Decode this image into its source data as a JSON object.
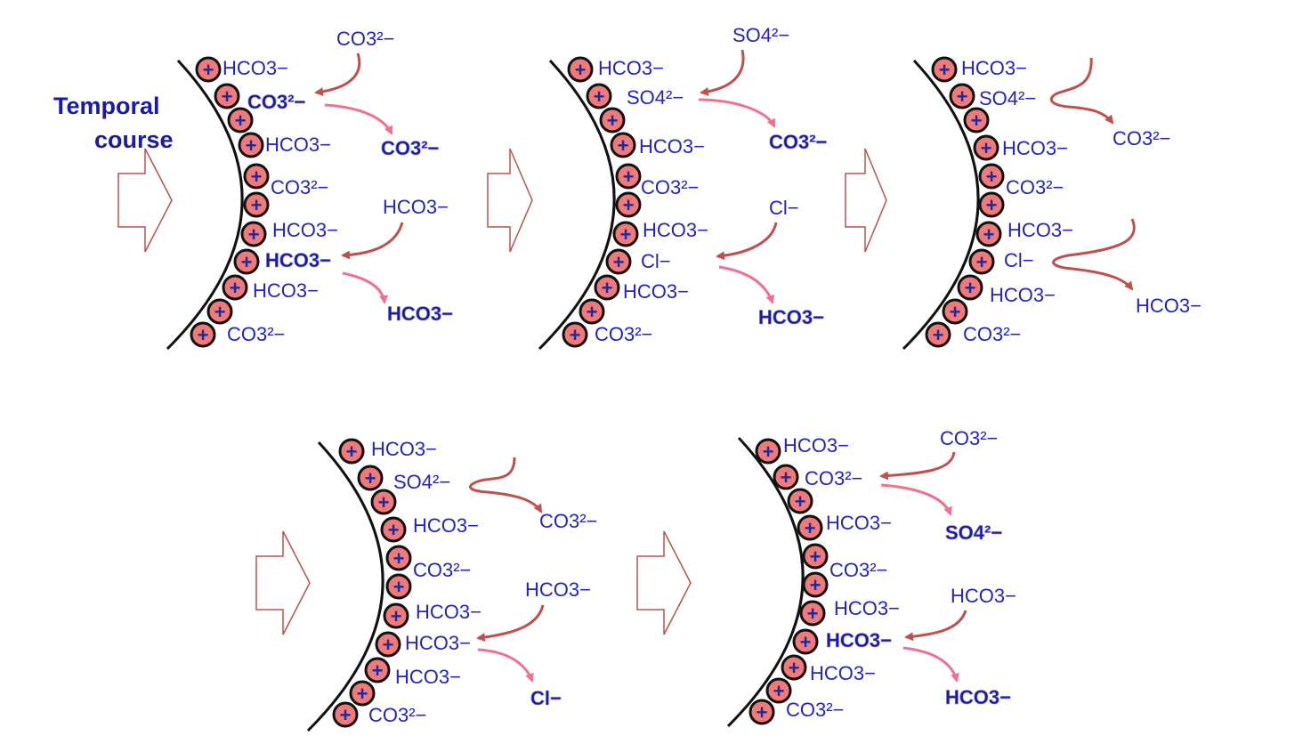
{
  "title": {
    "line1": "Temporal",
    "line2": "course"
  },
  "colors": {
    "ion_text": "#2323c8",
    "ion_bold": "#1c1ca0",
    "bead_fill": "#f07a7a",
    "arrow_in": "#c0504d",
    "arrow_out": "#f07090",
    "block_arrow": "#c0504d"
  },
  "panels": [
    {
      "surface_ions": [
        "HCO3−",
        "CO3²−",
        "HCO3−",
        "CO3²−",
        "HCO3−",
        "HCO3−",
        "HCO3−",
        "CO3²−"
      ],
      "incoming_1": "CO3²−",
      "outgoing_1": "CO3²−",
      "incoming_2": "HCO3−",
      "outgoing_2": "HCO3−"
    },
    {
      "surface_ions": [
        "HCO3−",
        "SO4²−",
        "HCO3−",
        "CO3²−",
        "HCO3−",
        "Cl−",
        "HCO3−",
        "CO3²−"
      ],
      "incoming_1": "SO4²−",
      "outgoing_1": "CO3²−",
      "incoming_2": "Cl−",
      "outgoing_2": "HCO3−"
    },
    {
      "surface_ions": [
        "HCO3−",
        "SO4²−",
        "HCO3−",
        "CO3²−",
        "HCO3−",
        "Cl−",
        "HCO3−",
        "CO3²−"
      ],
      "outgoing_1": "CO3²−",
      "outgoing_2": "HCO3−"
    },
    {
      "surface_ions": [
        "HCO3−",
        "SO4²−",
        "HCO3−",
        "CO3²−",
        "HCO3−",
        "HCO3−",
        "HCO3−",
        "CO3²−"
      ],
      "outgoing_1": "CO3²−",
      "incoming_2": "HCO3−",
      "outgoing_2": "Cl−"
    },
    {
      "surface_ions": [
        "HCO3−",
        "CO3²−",
        "HCO3−",
        "CO3²−",
        "HCO3−",
        "HCO3−",
        "HCO3−",
        "CO3²−"
      ],
      "incoming_1": "CO3²−",
      "outgoing_1": "SO4²−",
      "incoming_2": "HCO3−",
      "outgoing_2": "HCO3−"
    }
  ]
}
